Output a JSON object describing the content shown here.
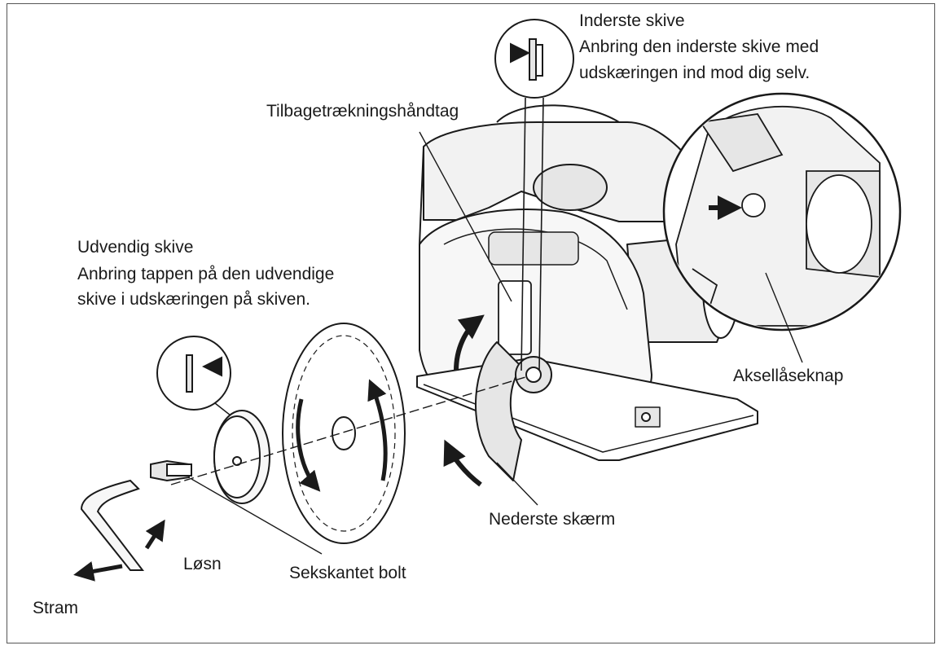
{
  "labels": {
    "inner_title": "Inderste skive",
    "inner_line1": "Anbring den inderste skive med",
    "inner_line2": "udskæringen ind mod dig selv.",
    "retract": "Tilbagetrækningshåndtag",
    "outer_title": "Udvendig skive",
    "outer_line1": "Anbring tappen på den udvendige",
    "outer_line2": "skive i udskæringen på skiven.",
    "lock": "Aksellåseknap",
    "lower_guard": "Nederste skærm",
    "loosen": "Løsn",
    "hex_bolt": "Sekskantet bolt",
    "tighten": "Stram"
  },
  "colors": {
    "line": "#1a1a1a",
    "shade": "#e6e6e6",
    "fill": "#ffffff",
    "border": "#555555"
  }
}
